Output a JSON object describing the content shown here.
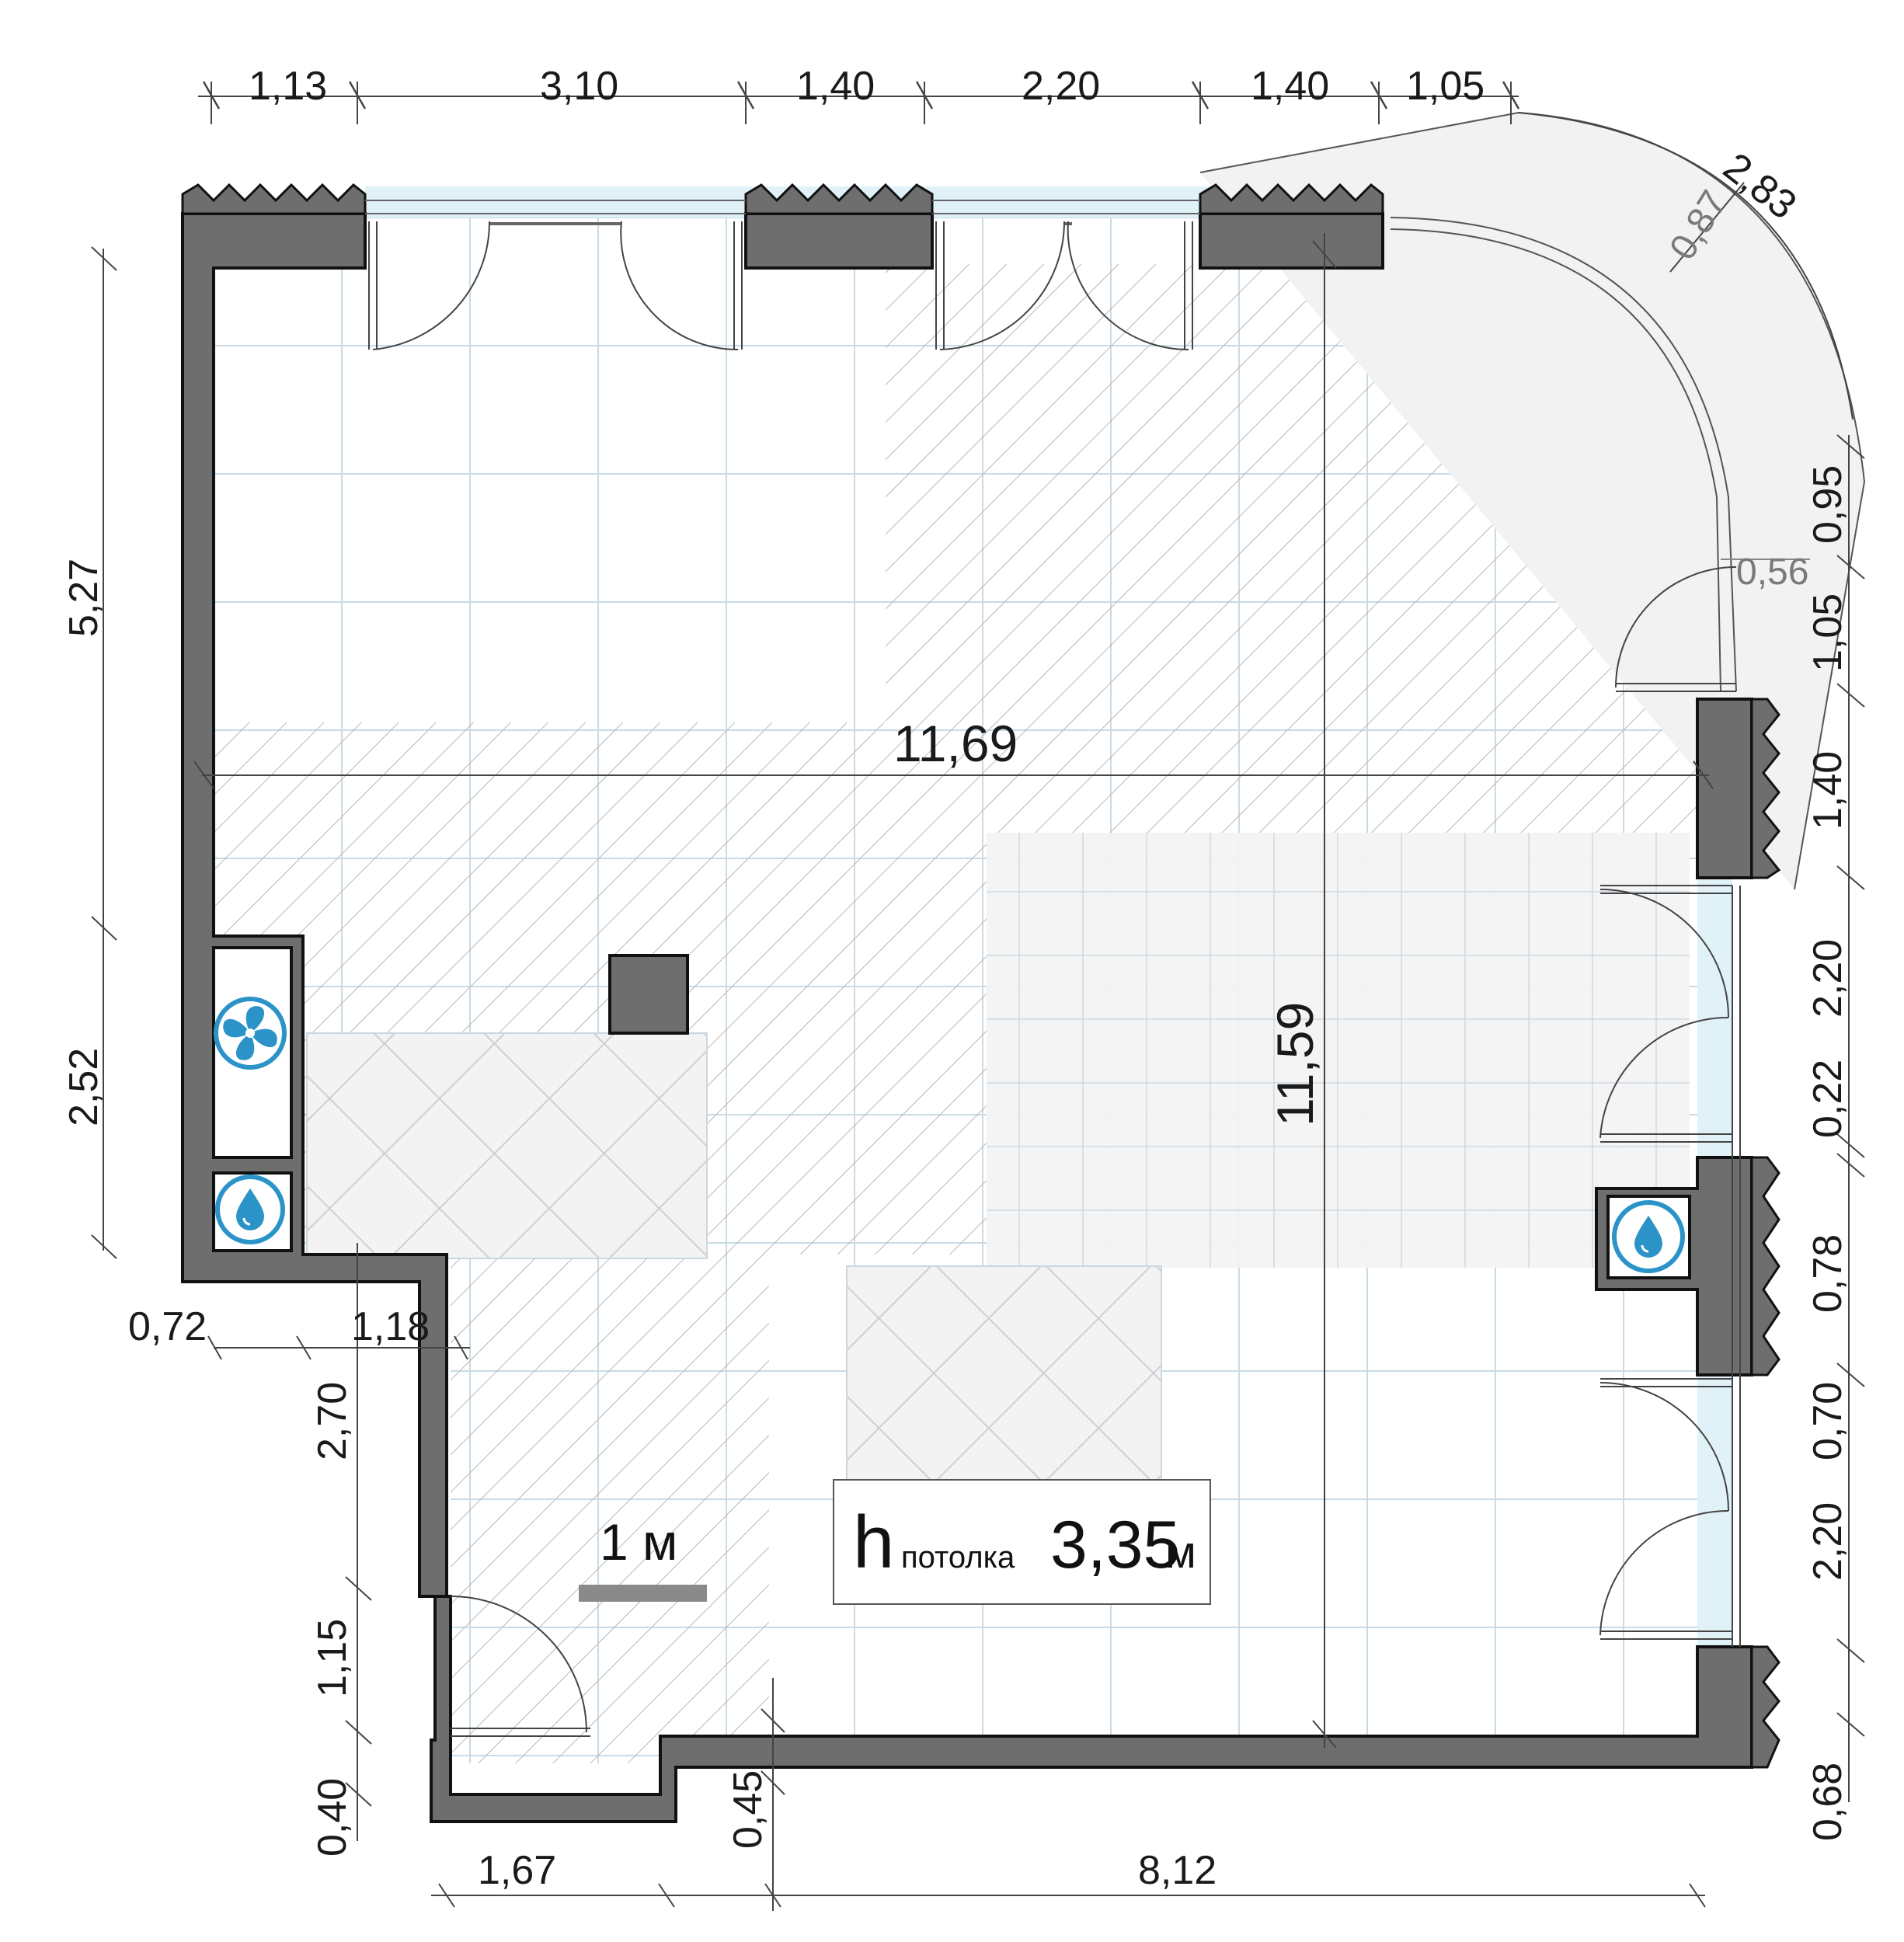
{
  "dimensions": {
    "top": [
      "1,13",
      "3,10",
      "1,40",
      "2,20",
      "1,40",
      "1,05"
    ],
    "arc_outer": "2,83",
    "arc_inner": "0,87",
    "right": [
      "0,95",
      "0,56",
      "1,05",
      "1,40",
      "2,20",
      "0,22",
      "0,78",
      "0,70",
      "2,20",
      "0,68"
    ],
    "left": [
      "5,27",
      "2,52"
    ],
    "left_lower": [
      "0,72",
      "1,18"
    ],
    "inner_vertical": [
      "2,70",
      "1,15",
      "0,40",
      "0,45"
    ],
    "bottom": [
      "1,67",
      "8,12"
    ],
    "overall_width": "11,69",
    "overall_height": "11,59"
  },
  "scale_bar": {
    "label": "1 м"
  },
  "ceiling": {
    "symbol": "h",
    "label": "потолка",
    "value": "3,35",
    "unit": "м"
  },
  "icons": [
    "fan-icon",
    "water-drop-icon",
    "water-drop-icon"
  ],
  "colors": {
    "wall": "#6e6e6e",
    "window_glass": "#dbeef7",
    "water_icon": "#2b93c8",
    "tile_fill": "#f3f3f3",
    "grid_line": "#c8dbe6"
  }
}
